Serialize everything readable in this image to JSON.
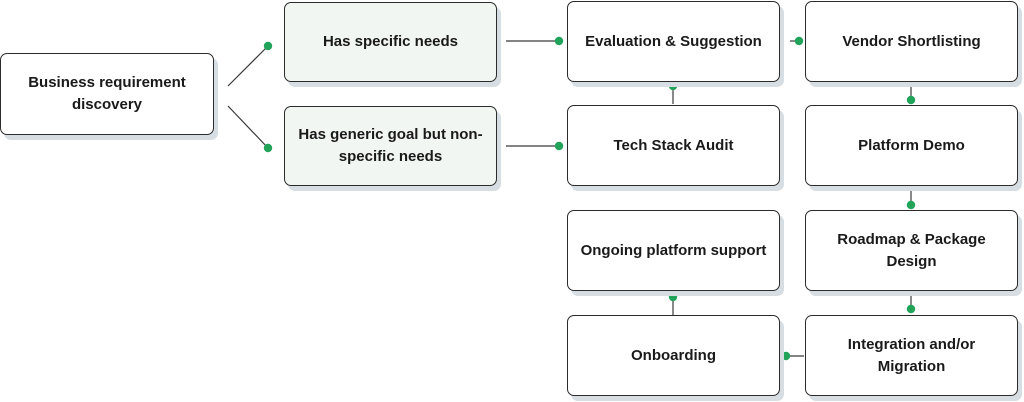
{
  "nodes": {
    "start": "Business requirement discovery",
    "specific": "Has specific needs",
    "generic": "Has generic goal but non-specific needs",
    "evaluation": "Evaluation & Suggestion",
    "vendor": "Vendor Shortlisting",
    "techstack": "Tech Stack Audit",
    "demo": "Platform Demo",
    "ongoing": "Ongoing platform support",
    "roadmap": "Roadmap & Package Design",
    "onboarding": "Onboarding",
    "integration": "Integration and/or Migration"
  },
  "colors": {
    "accent_dot": "#22a35a",
    "tinted_box": "#f1f6f3",
    "border": "#2b2b2b",
    "shadow": "#d6dde3"
  }
}
